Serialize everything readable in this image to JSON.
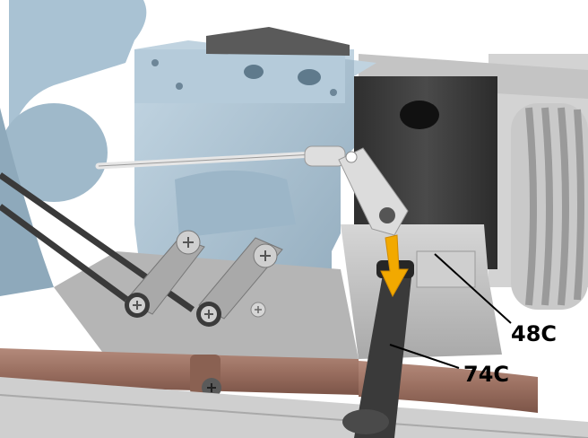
{
  "callouts": [
    {
      "id": "48C",
      "label": "48C"
    },
    {
      "id": "74C",
      "label": "74C"
    }
  ],
  "colors": {
    "housing_blue": "#a9c2d3",
    "housing_blue_dark": "#7d98ab",
    "bracket_gray": "#b9b9b9",
    "dark_block": "#3f3f3f",
    "hose_copper": "#9a6f60",
    "arrow_yellow": "#f2a900",
    "line_black": "#000000"
  },
  "icons": [
    "direction-arrow-icon",
    "screw-icon"
  ]
}
